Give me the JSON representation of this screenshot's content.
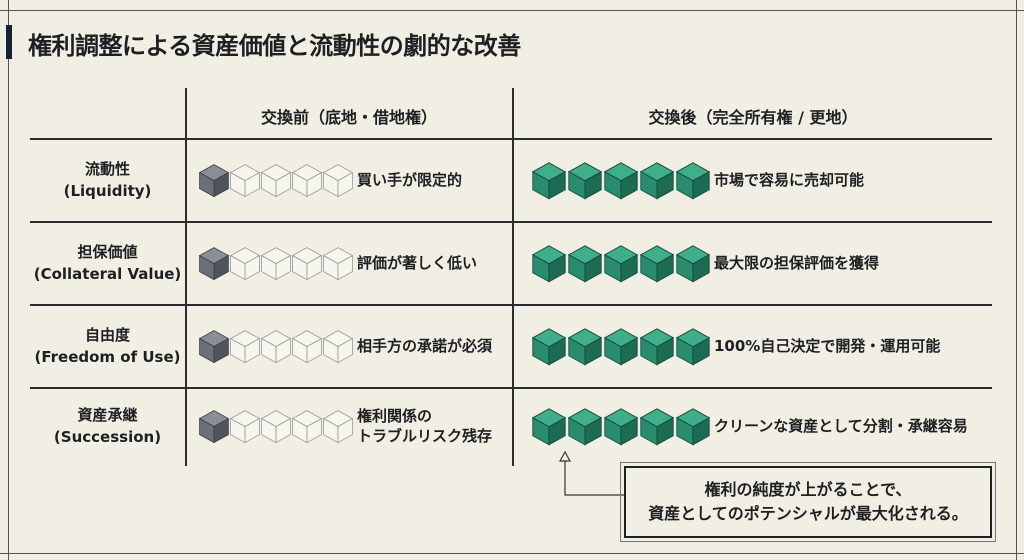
{
  "title": "権利調整による資産価値と流動性の劇的な改善",
  "columns": {
    "before": "交換前（底地・借地権）",
    "after": "交換後（完全所有権 / 更地）"
  },
  "colors": {
    "before_filled": "#6b7078",
    "after_filled": "#2a8c6e",
    "empty": "#f6f5ee"
  },
  "rows": [
    {
      "label": "流動性",
      "label_en": "(Liquidity)",
      "before_level": 1,
      "before_desc": "買い手が限定的",
      "after_level": 5,
      "after_desc": "市場で容易に売却可能"
    },
    {
      "label": "担保価値",
      "label_en": "(Collateral Value)",
      "before_level": 1,
      "before_desc": "評価が著しく低い",
      "after_level": 5,
      "after_desc": "最大限の担保評価を獲得"
    },
    {
      "label": "自由度",
      "label_en": "(Freedom of Use)",
      "before_level": 1,
      "before_desc": "相手方の承諾が必須",
      "after_level": 5,
      "after_desc": "100%自己決定で開発・運用可能"
    },
    {
      "label": "資産承継",
      "label_en": "(Succession)",
      "before_level": 1,
      "before_desc": "権利関係の\nトラブルリスク残存",
      "after_level": 5,
      "after_desc": "クリーンな資産として分割・承継容易"
    }
  ],
  "callout": {
    "line1": "権利の純度が上がることで、",
    "line2": "資産としてのポテンシャルが最大化される。"
  }
}
